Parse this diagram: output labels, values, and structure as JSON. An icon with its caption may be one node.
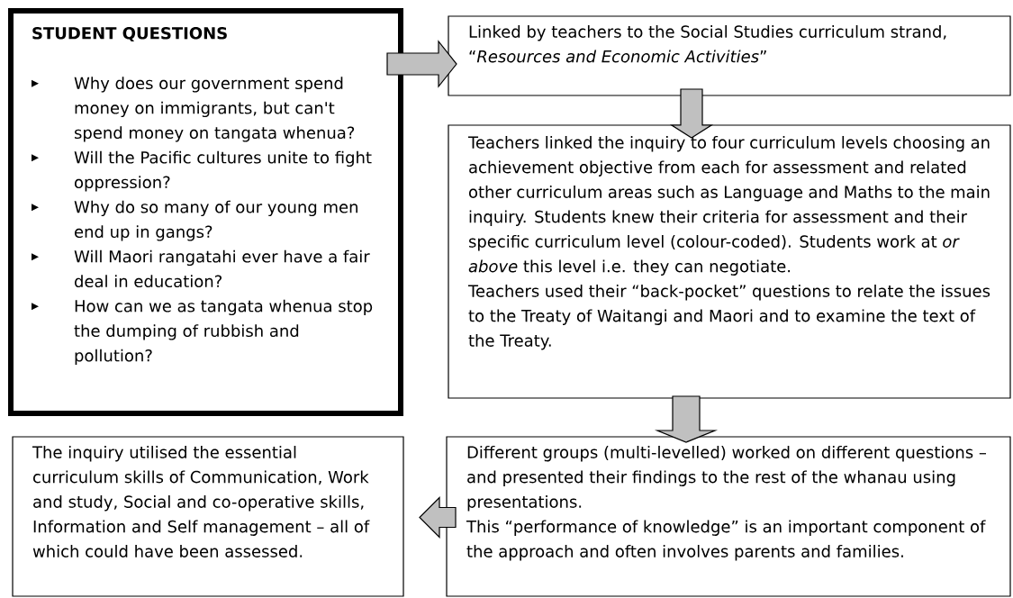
{
  "diagram": {
    "nodes": [
      {
        "text": [
          "STUDENT QUESTIONS",
          "Why does our government spend money on immigrants, but can't spend money on tangata whenua?",
          "Will the Pacific cultures unite to fight oppression?",
          "Why do so many of our young men end up in gangs?",
          "Will Maori rangatahi ever have a fair deal in education?",
          "How can we as tangata whenua stop the dumping of rubbish and pollution?"
        ]
      },
      {
        "text": [
          "Linked by teachers to the Social Studies curriculum strand, “*Resources and Economic Activities*”"
        ]
      },
      {
        "text": [
          "Teachers linked the inquiry to four curriculum levels choosing an achievement objective from each for assessment and related other curriculum areas such as Language and Maths to the main inquiry. Students knew their criteria for assessment and their specific curriculum level (colour-coded). Students work at *or above* this level i.e. they can negotiate.",
          "Teachers used their “back-pocket” questions to relate the issues to the Treaty of Waitangi and Maori and to examine the text of the Treaty."
        ]
      },
      {
        "text": [
          "Different groups (multi-levelled) worked on different questions – and presented their findings to the rest of the whanau using presentations.",
          "This “performance of knowledge” is an important component of the approach and often involves parents and families."
        ]
      },
      {
        "text": [
          "The inquiry utilised the essential curriculum skills of Communication, Work and study, Social and co-operative skills, Information and Self management – all of which could have been assessed."
        ]
      }
    ],
    "edges": [
      {
        "from": 0,
        "to": 1,
        "arrow": "to"
      },
      {
        "from": 1,
        "to": 2,
        "arrow": "to"
      },
      {
        "from": 2,
        "to": 3,
        "arrow": "to"
      },
      {
        "from": 3,
        "to": 4,
        "arrow": "to"
      }
    ]
  }
}
